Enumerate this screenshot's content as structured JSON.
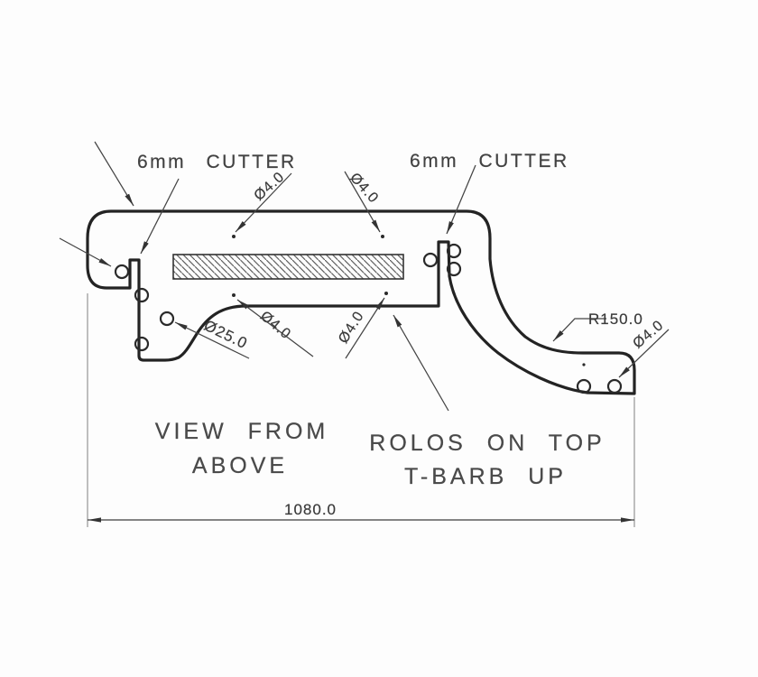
{
  "drawing": {
    "title_note": {
      "view_line1": "VIEW FROM",
      "view_line2": "ABOVE",
      "rolos_line1": "ROLOS ON TOP",
      "rolos_line2": "T-BARB UP"
    },
    "labels": {
      "cutter": "6mm CUTTER",
      "dia4": "Ø4.0",
      "dia25": "Ø25.0",
      "radius": "R150.0",
      "length": "1080.0"
    },
    "colors": {
      "outline": "#232323",
      "thin_line": "#444444",
      "extension_line": "#8c8c8c",
      "text": "#3e3e3e",
      "background": "#fdfdfd"
    }
  }
}
